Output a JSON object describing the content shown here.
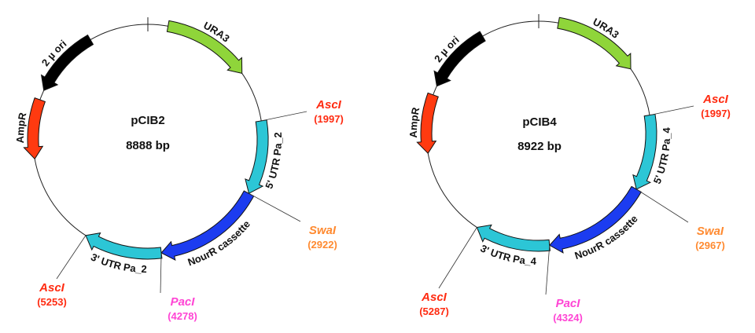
{
  "colors": {
    "URA3": "#8fd53a",
    "ori": "#000000",
    "AmpR": "#ff3a10",
    "UTR": "#2cc6d6",
    "NourR": "#1c3cf0",
    "AscI": "#ff2a10",
    "SwaI": "#ff8a30",
    "PacI": "#ff44d4"
  },
  "plasmids": [
    {
      "name": "pCIB2",
      "size_label": "8888 bp",
      "size_bp": 8888,
      "features": [
        {
          "label": "URA3",
          "start": 250,
          "end": 1360,
          "dir": "cw",
          "color_key": "URA3"
        },
        {
          "label": "2 µ ori",
          "start": 8147,
          "end": 7284,
          "dir": "ccw",
          "color_key": "ori"
        },
        {
          "label": "AmpR",
          "start": 7160,
          "end": 6420,
          "dir": "ccw",
          "color_key": "AmpR"
        },
        {
          "label": "5' UTR Pa_2",
          "start": 1997,
          "end": 2922,
          "dir": "cw",
          "color_key": "UTR"
        },
        {
          "label": "NourR cassette",
          "start": 2922,
          "end": 4278,
          "dir": "cw",
          "color_key": "NourR"
        },
        {
          "label": "3' UTR Pa_2",
          "start": 4278,
          "end": 5253,
          "dir": "cw",
          "color_key": "UTR"
        }
      ],
      "sites": [
        {
          "name": "AscI",
          "position": "(1997)",
          "bp": 1997,
          "color_key": "AscI"
        },
        {
          "name": "SwaI",
          "position": "(2922)",
          "bp": 2922,
          "color_key": "SwaI"
        },
        {
          "name": "PacI",
          "position": "(4278)",
          "bp": 4278,
          "color_key": "PacI"
        },
        {
          "name": "AscI",
          "position": "(5253)",
          "bp": 5253,
          "color_key": "AscI"
        }
      ]
    },
    {
      "name": "pCIB4",
      "size_label": "8922 bp",
      "size_bp": 8922,
      "features": [
        {
          "label": "URA3",
          "start": 250,
          "end": 1360,
          "dir": "cw",
          "color_key": "URA3"
        },
        {
          "label": "2 µ ori",
          "start": 8180,
          "end": 7310,
          "dir": "ccw",
          "color_key": "ori"
        },
        {
          "label": "AmpR",
          "start": 7190,
          "end": 6440,
          "dir": "ccw",
          "color_key": "AmpR"
        },
        {
          "label": "5' UTR Pa_4",
          "start": 1997,
          "end": 2967,
          "dir": "cw",
          "color_key": "UTR"
        },
        {
          "label": "NourR cassette",
          "start": 2967,
          "end": 4324,
          "dir": "cw",
          "color_key": "NourR"
        },
        {
          "label": "3' UTR Pa_4",
          "start": 4324,
          "end": 5287,
          "dir": "cw",
          "color_key": "UTR"
        }
      ],
      "sites": [
        {
          "name": "AscI",
          "position": "(1997)",
          "bp": 1997,
          "color_key": "AscI"
        },
        {
          "name": "SwaI",
          "position": "(2967)",
          "bp": 2967,
          "color_key": "SwaI"
        },
        {
          "name": "PacI",
          "position": "(4324)",
          "bp": 4324,
          "color_key": "PacI"
        },
        {
          "name": "AscI",
          "position": "(5287)",
          "bp": 5287,
          "color_key": "AscI"
        }
      ]
    }
  ]
}
